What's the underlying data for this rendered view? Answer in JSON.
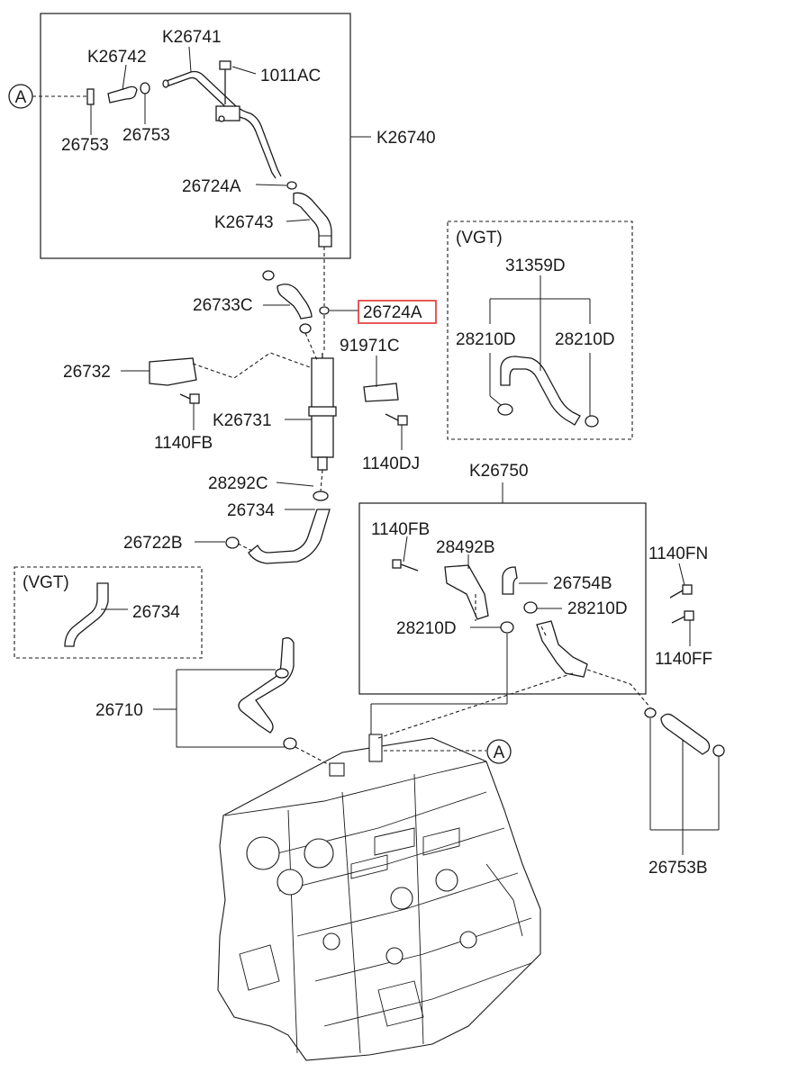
{
  "labels": {
    "k26741": "K26741",
    "k26742": "K26742",
    "p1011ac": "1011AC",
    "p26753a": "26753",
    "p26753b": "26753",
    "k26740": "K26740",
    "p26724a_top": "26724A",
    "k26743": "K26743",
    "p26733c": "26733C",
    "p26724a_hl": "26724A",
    "p91971c": "91971C",
    "p26732": "26732",
    "k26731": "K26731",
    "p1140fb_left": "1140FB",
    "p1140dj": "1140DJ",
    "p28292c": "28292C",
    "p26734_main": "26734",
    "p26722b": "26722B",
    "vgt_top": "(VGT)",
    "p31359d": "31359D",
    "p28210d_l": "28210D",
    "p28210d_r": "28210D",
    "k26750": "K26750",
    "p1140fb_box": "1140FB",
    "p28492b": "28492B",
    "p26754b": "26754B",
    "p28210d_box1": "28210D",
    "p28210d_box2": "28210D",
    "p1140fn": "1140FN",
    "p1140ff": "1140FF",
    "vgt_left": "(VGT)",
    "p26734_vgt": "26734",
    "p26710": "26710",
    "p26753b_bottom": "26753B",
    "ref_a1": "A",
    "ref_a2": "A"
  },
  "colors": {
    "highlight": "#e03030",
    "line": "#1a1a1a"
  }
}
